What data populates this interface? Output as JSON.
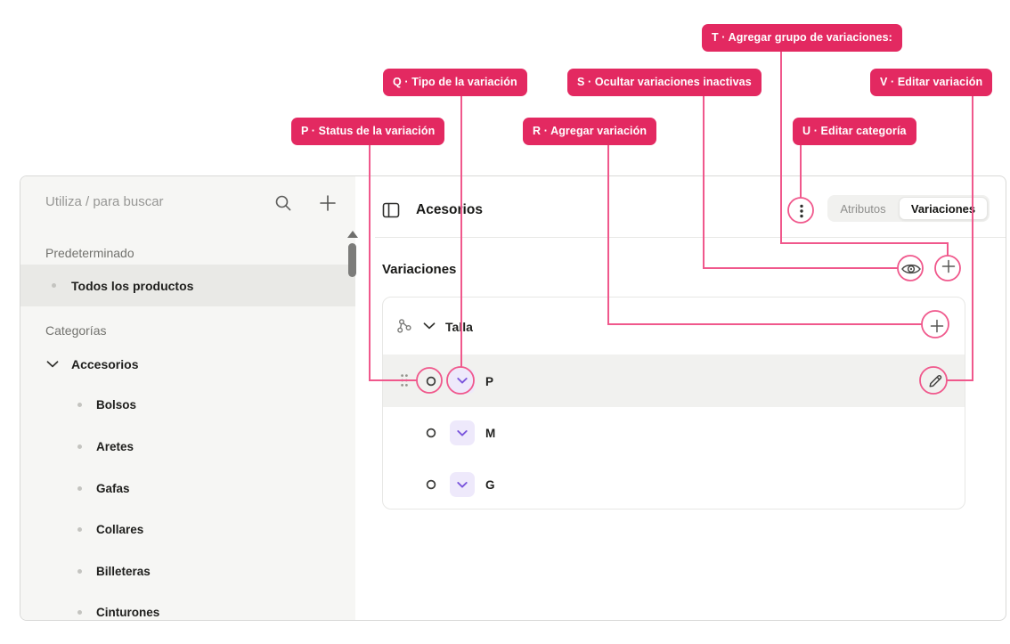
{
  "annotations": {
    "accent_box_color": "#E32961",
    "line_color": "#F0588C",
    "labels": {
      "p": "P · Status de la variación",
      "q": "Q · Tipo de la variación",
      "r": "R · Agregar variación",
      "s": "S · Ocultar variaciones inactivas",
      "t": "T · Agregar grupo de variaciones:",
      "u": "U · Editar categoría",
      "v": "V · Editar variación"
    }
  },
  "sidebar": {
    "search_placeholder": "Utiliza / para buscar",
    "section_default": "Predeterminado",
    "item_all_products": "Todos los productos",
    "section_categories": "Categorías",
    "category": "Accesorios",
    "subcategories": [
      "Bolsos",
      "Aretes",
      "Gafas",
      "Collares",
      "Billeteras",
      "Cinturones"
    ]
  },
  "main": {
    "title": "Acesorios",
    "tabs": {
      "attributes": "Atributos",
      "variations": "Variaciones"
    },
    "section_title": "Variaciones",
    "group": {
      "name": "Talla",
      "variations": [
        "P",
        "M",
        "G"
      ]
    }
  },
  "icons": {
    "search": "magnifier",
    "add_category": "plus",
    "sidebar_toggle": "split-panel",
    "category_menu": "three-vertical-dots",
    "hide_inactive": "eye",
    "add_group": "plus-circle",
    "group_type": "hierarchy-nodes",
    "expand": "chevron-down",
    "add_variation": "plus-circle",
    "drag_handle": "six-dots",
    "variation_status": "circle-outline",
    "variation_type": "chevron-down",
    "edit_variation": "pencil"
  }
}
